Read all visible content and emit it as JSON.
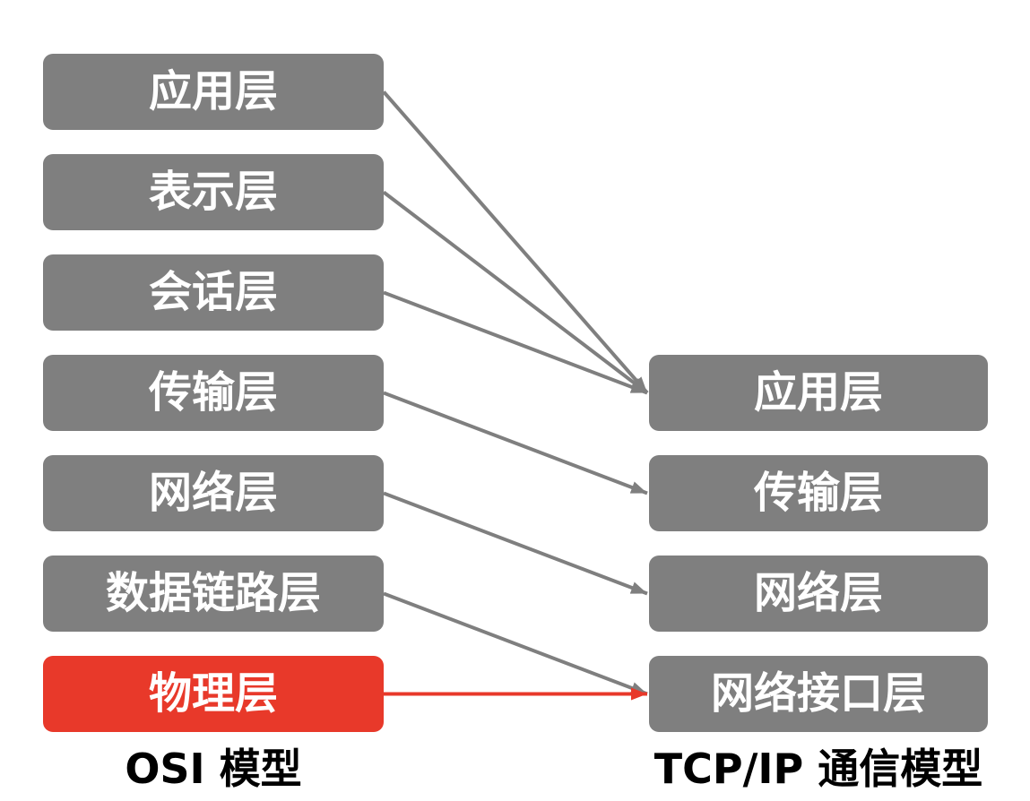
{
  "osi_model": {
    "label": "OSI 模型",
    "layers": [
      "应用层",
      "表示层",
      "会话层",
      "传输层",
      "网络层",
      "数据链路层",
      "物理层"
    ]
  },
  "tcpip_model": {
    "label": "TCP/IP 通信模型",
    "layers": [
      "应用层",
      "传输层",
      "网络层",
      "网络接口层"
    ]
  },
  "mappings": [
    {
      "osi": 0,
      "tcpip": 0
    },
    {
      "osi": 1,
      "tcpip": 0
    },
    {
      "osi": 2,
      "tcpip": 0
    },
    {
      "osi": 3,
      "tcpip": 1
    },
    {
      "osi": 4,
      "tcpip": 2
    },
    {
      "osi": 5,
      "tcpip": 3
    },
    {
      "osi": 6,
      "tcpip": 3
    }
  ],
  "highlighted_osi_index": 6,
  "colors": {
    "box": "#7f7f7f",
    "highlight": "#e8392a",
    "arrow": "#7f7f7f"
  }
}
